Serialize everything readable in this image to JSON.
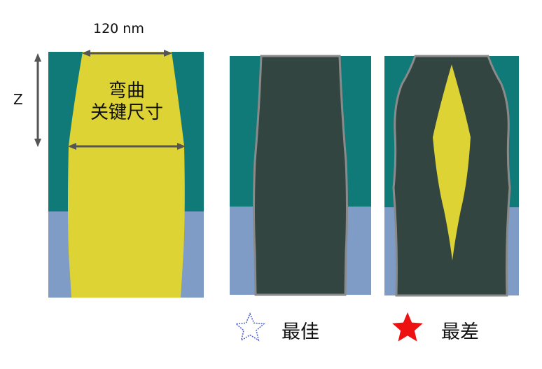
{
  "annotations": {
    "width_dimension": "120 nm",
    "depth_axis": "Z",
    "center_line1": "弯曲",
    "center_line2": "关键尺寸"
  },
  "legend": {
    "best": {
      "label": "最佳",
      "icon": "outline-star-icon",
      "color": "#4a5fd0"
    },
    "worst": {
      "label": "最差",
      "icon": "filled-star-icon",
      "color": "#ee1111"
    }
  },
  "colors": {
    "teal": "#0f7a78",
    "blue_gray": "#7f9cc6",
    "yellow": "#ddd334",
    "dark_fill": "#334540",
    "liner": "#8a8a8a",
    "dimension_line": "#555555"
  }
}
